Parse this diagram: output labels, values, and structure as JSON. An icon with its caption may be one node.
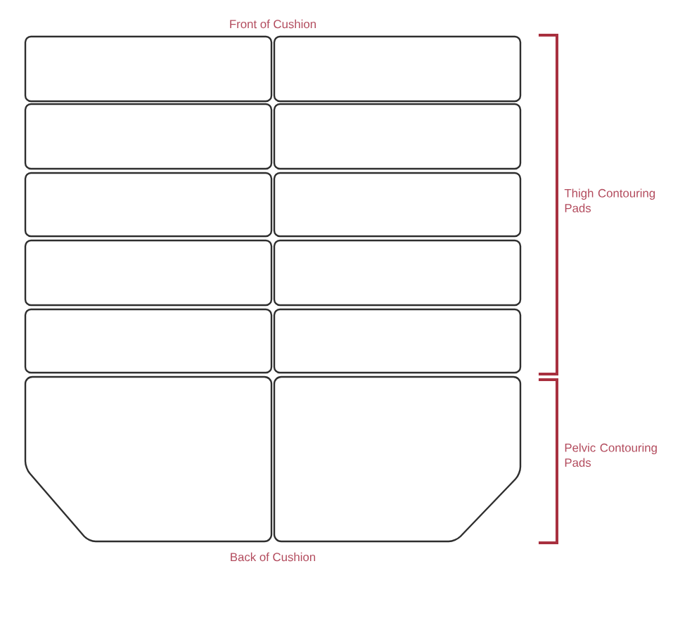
{
  "diagram": {
    "nodes": [
      {
        "text": [],
        "shape": "box"
      },
      {
        "text": [],
        "shape": "box"
      },
      {
        "text": [],
        "shape": "box"
      },
      {
        "text": [],
        "shape": "box"
      },
      {
        "text": [],
        "shape": "box"
      },
      {
        "text": [],
        "shape": "box"
      },
      {
        "text": [],
        "shape": "box"
      },
      {
        "text": [],
        "shape": "box"
      },
      {
        "text": [],
        "shape": "box"
      },
      {
        "text": [],
        "shape": "box"
      },
      {
        "text": [],
        "shape": "box"
      },
      {
        "text": [],
        "shape": "box"
      }
    ],
    "labels": [
      "Front of Cushion",
      "Thigh Contouring Pads",
      "Pelvic Contouring Pads",
      "Back of Cushion"
    ]
  }
}
